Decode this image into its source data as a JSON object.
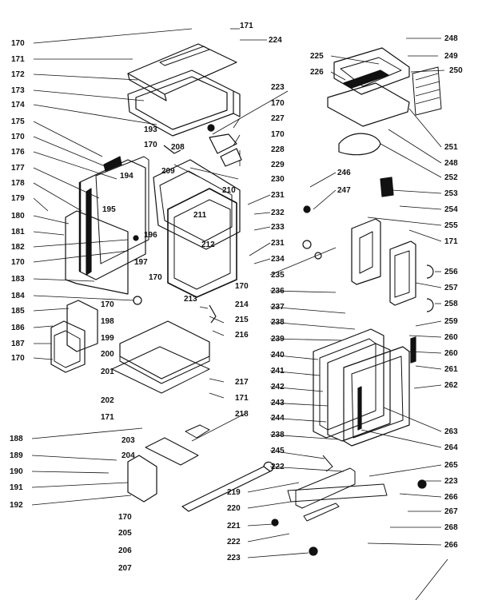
{
  "parts": {
    "p170a": "170",
    "p171a": "171",
    "p172": "172",
    "p173": "173",
    "p174": "174",
    "p175": "175",
    "p170b": "170",
    "p176": "176",
    "p177": "177",
    "p178": "178",
    "p179": "179",
    "p180": "180",
    "p181": "181",
    "p182": "182",
    "p170c": "170",
    "p183": "183",
    "p184": "184",
    "p185": "185",
    "p186": "186",
    "p187": "187",
    "p170d": "170",
    "p188": "188",
    "p189": "189",
    "p190": "190",
    "p191": "191",
    "p192": "192",
    "p171b": "171",
    "p224": "224",
    "p225": "225",
    "p226": "226",
    "p223a": "223",
    "p170e": "170",
    "p227": "227",
    "p170f": "170",
    "p228": "228",
    "p229": "229",
    "p193": "193",
    "p170g": "170",
    "p208": "208",
    "p209": "209",
    "p194": "194",
    "p230": "230",
    "p210": "210",
    "p195": "195",
    "p211": "211",
    "p231a": "231",
    "p196": "196",
    "p232": "232",
    "p233": "233",
    "p212": "212",
    "p197": "197",
    "p231b": "231",
    "p170h": "170",
    "p234": "234",
    "p170i": "170",
    "p235": "235",
    "p214": "214",
    "p215": "215",
    "p213": "213",
    "p216": "216",
    "p198": "198",
    "p199": "199",
    "p170j": "170",
    "p200": "200",
    "p201": "201",
    "p217": "217",
    "p202": "202",
    "p171c": "171",
    "p171d": "171",
    "p218": "218",
    "p203": "203",
    "p204": "204",
    "p170k": "170",
    "p205": "205",
    "p206": "206",
    "p207": "207",
    "p236": "236",
    "p237": "237",
    "p238a": "238",
    "p239": "239",
    "p240": "240",
    "p241": "241",
    "p242": "242",
    "p243": "243",
    "p244": "244",
    "p238b": "238",
    "p245": "245",
    "p222a": "222",
    "p219": "219",
    "p220": "220",
    "p221": "221",
    "p222b": "222",
    "p223b": "223",
    "p248a": "248",
    "p249": "249",
    "p250": "250",
    "p251": "251",
    "p248b": "248",
    "p252": "252",
    "p246": "246",
    "p247": "247",
    "p253": "253",
    "p254": "254",
    "p255": "255",
    "p171e": "171",
    "p256": "256",
    "p257": "257",
    "p258": "258",
    "p259": "259",
    "p260a": "260",
    "p260b": "260",
    "p261": "261",
    "p262": "262",
    "p263": "263",
    "p264": "264",
    "p265": "265",
    "p223c": "223",
    "p266a": "266",
    "p267": "267",
    "p268": "268",
    "p266b": "266"
  }
}
